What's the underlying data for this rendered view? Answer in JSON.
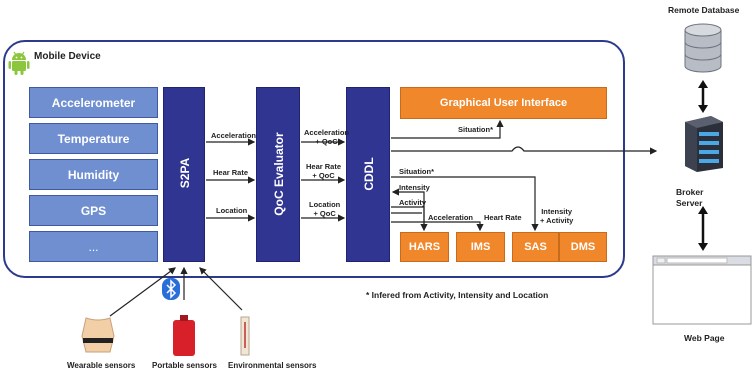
{
  "mobile_device": {
    "title": "Mobile Device"
  },
  "sensors": [
    "Accelerometer",
    "Temperature",
    "Humidity",
    "GPS",
    "..."
  ],
  "columns": {
    "s2pa": "S2PA",
    "qoc": "QoC Evaluator",
    "cddl": "CDDL"
  },
  "gui": {
    "label": "Graphical User Interface"
  },
  "apps": [
    "HARS",
    "IMS",
    "SAS",
    "DMS"
  ],
  "links": {
    "s2pa_to_qoc": [
      "Acceleration",
      "Hear Rate",
      "Location"
    ],
    "qoc_to_cddl": [
      "Acceleration\n+ QoC",
      "Hear Rate\n+ QoC",
      "Location\n+ QoC"
    ],
    "situation_gui": "Situation*",
    "situation": "Situation*",
    "intensity": "Intensity",
    "activity": "Activity",
    "acceleration": "Acceleration",
    "heart_rate": "Heart Rate",
    "intensity_activity": "Intensity\n+ Activity"
  },
  "footnote": "* Infered from Activity, Intensity and Location",
  "external": {
    "remote_database": "Remote Database",
    "broker": "Broker\nServer",
    "web_page": "Web Page"
  },
  "sensor_types": [
    "Wearable sensors",
    "Portable sensors",
    "Environmental sensors"
  ],
  "colors": {
    "sensor_blue": "#6f8fd0",
    "column_navy": "#2f3590",
    "app_orange": "#f0872a",
    "frame": "#2d3a8c",
    "android_green": "#8cc63e"
  }
}
